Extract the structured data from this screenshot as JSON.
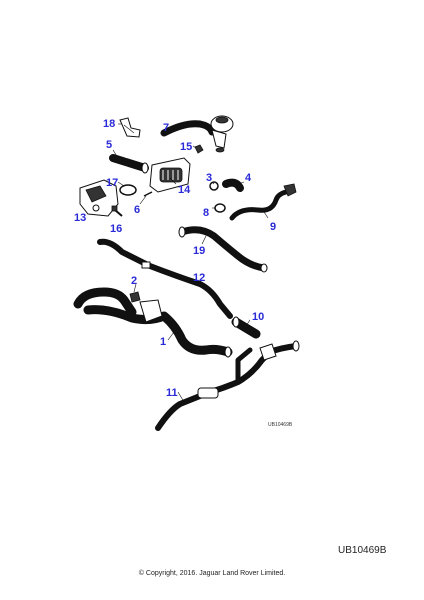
{
  "diagram": {
    "callouts": [
      {
        "id": "c18",
        "label": "18"
      },
      {
        "id": "c7",
        "label": "7"
      },
      {
        "id": "c5",
        "label": "5"
      },
      {
        "id": "c15",
        "label": "15"
      },
      {
        "id": "c17",
        "label": "17"
      },
      {
        "id": "c6",
        "label": "6"
      },
      {
        "id": "c14",
        "label": "14"
      },
      {
        "id": "c13",
        "label": "13"
      },
      {
        "id": "c16",
        "label": "16"
      },
      {
        "id": "c3",
        "label": "3"
      },
      {
        "id": "c4",
        "label": "4"
      },
      {
        "id": "c8",
        "label": "8"
      },
      {
        "id": "c9",
        "label": "9"
      },
      {
        "id": "c19",
        "label": "19"
      },
      {
        "id": "c2",
        "label": "2"
      },
      {
        "id": "c12",
        "label": "12"
      },
      {
        "id": "c10",
        "label": "10"
      },
      {
        "id": "c1",
        "label": "1"
      },
      {
        "id": "c11",
        "label": "11"
      }
    ],
    "inner_ref": "UB10469B"
  },
  "footer": {
    "reference": "UB10469B",
    "copyright": "© Copyright, 2016. Jaguar Land Rover Limited."
  }
}
